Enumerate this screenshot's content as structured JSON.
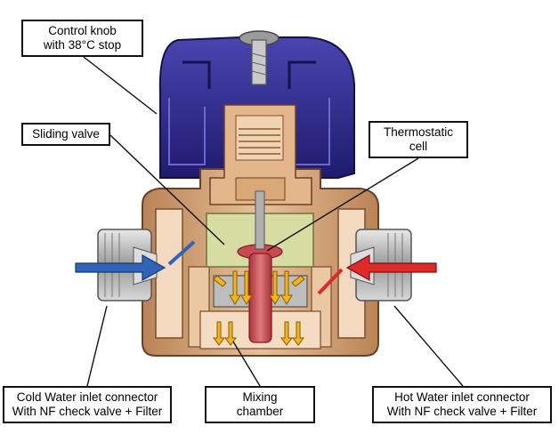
{
  "labels": {
    "knob": [
      "Control knob",
      "with 38°C stop"
    ],
    "sliding": [
      "Sliding valve"
    ],
    "cell": [
      "Thermostatic",
      "cell"
    ],
    "cold": [
      "Cold Water inlet connector",
      "With NF check valve + Filter"
    ],
    "mixing": [
      "Mixing",
      "chamber"
    ],
    "hot": [
      "Hot Water inlet connector",
      "With NF check valve + Filter"
    ]
  },
  "colors": {
    "knob": "#2e2a8c",
    "knob_dark": "#1c1866",
    "brass": "#d7a77c",
    "brass_dark": "#8a5a35",
    "connector": "#b8b8b8",
    "cell": "#c9484e",
    "flow_arrow": "#f3b51e",
    "cold_arrow": "#2f64b8",
    "hot_arrow": "#e02a2a",
    "valve_green": "#cfd89a"
  }
}
